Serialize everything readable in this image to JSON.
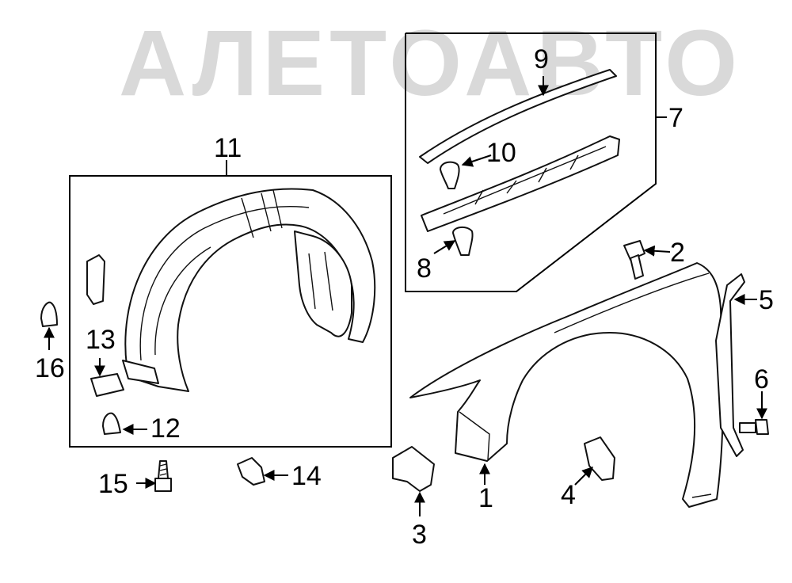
{
  "watermark": {
    "text": "АЛЕТОАВТО",
    "color": "#d9d9d9"
  },
  "callouts": {
    "c1": "1",
    "c2": "2",
    "c3": "3",
    "c4": "4",
    "c5": "5",
    "c6": "6",
    "c7": "7",
    "c8": "8",
    "c9": "9",
    "c10": "10",
    "c11": "11",
    "c12": "12",
    "c13": "13",
    "c14": "14",
    "c15": "15",
    "c16": "16"
  },
  "colors": {
    "line": "#000000",
    "background": "#ffffff"
  }
}
